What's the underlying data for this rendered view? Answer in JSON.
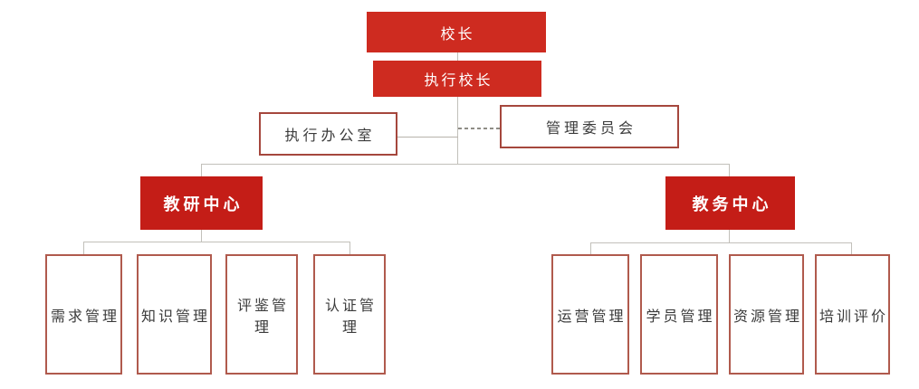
{
  "diagram": {
    "type": "org-chart",
    "nodes": {
      "principal": "校长",
      "executive_principal": "执行校长",
      "executive_office": "执行办公室",
      "management_committee": "管理委员会",
      "research_center": "教研中心",
      "academic_center": "教务中心",
      "research_departments": [
        {
          "label": "需求管理"
        },
        {
          "label": "知识管理"
        },
        {
          "label": "评鉴管理"
        },
        {
          "label": "认证管理"
        }
      ],
      "academic_departments": [
        {
          "label": "运营管理"
        },
        {
          "label": "学员管理"
        },
        {
          "label": "资源管理"
        },
        {
          "label": "培训评价"
        }
      ]
    },
    "colors": {
      "top_node_fill": "#CE2B20",
      "center_node_fill": "#C41D17",
      "outlined_node_border": "#A5473D",
      "department_node_border": "#B05A4D",
      "connector_gray": "#C2C0BA",
      "dashed_connector_gray": "#8F8D86",
      "node_text_white": "#FFFFFF",
      "node_text_dark": "#3B3B3B"
    }
  }
}
